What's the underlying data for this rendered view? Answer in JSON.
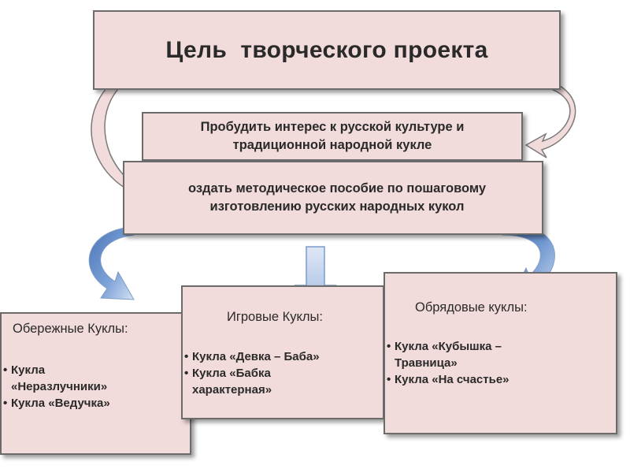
{
  "goal": {
    "title": "Цель  творческого проекта"
  },
  "tasks": [
    {
      "text_line1": "Пробудить интерес к русской культуре и",
      "text_line2": "традиционной народной кукле"
    },
    {
      "text_line1": "оздать методическое пособие по пошаговому",
      "text_line2": "изготовлению русских народных кукол"
    }
  ],
  "categories": {
    "left": {
      "title": "Обережные Куклы:",
      "items": [
        "Кукла",
        "«Неразлучники»",
        "Кукла «Ведучка»"
      ]
    },
    "mid": {
      "title": "Игровые Куклы:",
      "items": [
        "Кукла «Девка – Баба»",
        "Кукла «Бабка",
        "характерная»"
      ]
    },
    "right": {
      "title": "Обрядовые куклы:",
      "items": [
        "Кукла «Кубышка –",
        "Травница»",
        "Кукла «На счастье»"
      ]
    }
  },
  "colors": {
    "box_fill": "#f2dcdb",
    "box_border": "#6b6b6b",
    "arrow_pink": "#f2dcdb",
    "arrow_blue": "#4f7fc3",
    "arrow_light_blue": "#b7c9e8"
  }
}
